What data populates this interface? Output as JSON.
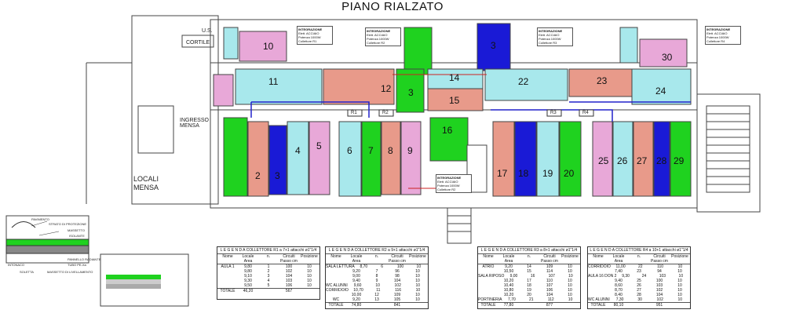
{
  "title": "PIANO RIALZATO",
  "labels": {
    "us": "U.S.",
    "cortile": "CORTILE",
    "ingresso_mensa": "INGRESSO\nMENSA",
    "locali_mensa": "LOCALI\nMENSA",
    "r1": "R1",
    "r2": "R2",
    "r3": "R3",
    "r4": "R4"
  },
  "rooms": [
    "10",
    "11",
    "12",
    "3",
    "14",
    "15",
    "16",
    "22",
    "23",
    "24",
    "30",
    "2",
    "3",
    "4",
    "5",
    "6",
    "7",
    "8",
    "9",
    "17",
    "18",
    "19",
    "20",
    "25",
    "26",
    "27",
    "28",
    "29"
  ],
  "integrazione_boxes": [
    {
      "title": "INTEGRAZIONE",
      "l1": "Elett. ACCIAIO",
      "l2": "Potenza 1000W",
      "l3": "Collettore R1"
    },
    {
      "title": "INTEGRAZIONE",
      "l1": "Elett. ACCIAIO",
      "l2": "Potenza 1000W",
      "l3": "Collettore R2"
    },
    {
      "title": "INTEGRAZIONE",
      "l1": "Elett. ACCIAIO",
      "l2": "Potenza 1000W",
      "l3": "Collettore R3"
    },
    {
      "title": "INTEGRAZIONE",
      "l1": "Elett. ACCIAIO",
      "l2": "Potenza 1000W",
      "l3": "Collettore R4"
    },
    {
      "title": "INTEGRAZIONE",
      "l1": "Elett. ACCIAIO",
      "l2": "Potenza 1000W",
      "l3": "Collettore R2"
    }
  ],
  "legend_tables": [
    {
      "title": "L E G E N D A  COLLETTORE R1 a 7+1 attacchi ø1\"1/4",
      "headers": [
        "Nome",
        "Locale Area",
        "n.",
        "Circuiti Passo cm",
        "Posizione"
      ],
      "rows": [
        [
          "AULA 1",
          "9,80",
          "1",
          "100",
          "10"
        ],
        [
          "",
          "9,80",
          "2",
          "102",
          "10"
        ],
        [
          "",
          "9,10",
          "3",
          "104",
          "10"
        ],
        [
          "",
          "9,30",
          "4",
          "103",
          "10"
        ],
        [
          "",
          "9,50",
          "5",
          "106",
          "10"
        ]
      ],
      "total": [
        "TOTALE",
        "46,20",
        "",
        "567",
        ""
      ]
    },
    {
      "title": "L E G E N D A  COLLETTORE R2 a 9+1 attacchi ø1\"1/4",
      "headers": [
        "Nome",
        "Locale Area",
        "n.",
        "Circuiti Passo cm",
        "Posizione"
      ],
      "rows": [
        [
          "SALA LETTURA",
          "8,70",
          "6",
          "100",
          "10"
        ],
        [
          "",
          "9,20",
          "7",
          "96",
          "10"
        ],
        [
          "",
          "9,00",
          "8",
          "98",
          "10"
        ],
        [
          "",
          "9,40",
          "9",
          "104",
          "10"
        ],
        [
          "WC ALUNNI",
          "9,60",
          "10",
          "102",
          "10"
        ],
        [
          "CORRIDOIO",
          "10,70",
          "11",
          "116",
          "10"
        ],
        [
          "",
          "10,00",
          "12",
          "109",
          "10"
        ],
        [
          "WC",
          "9,20",
          "13",
          "105",
          "10"
        ]
      ],
      "total": [
        "TOTALE",
        "74,80",
        "",
        "841",
        ""
      ]
    },
    {
      "title": "L E G E N D A  COLLETTORE R3 a 8+1 attacchi ø1\"1/4",
      "headers": [
        "Nome",
        "Locale Area",
        "n.",
        "Circuiti Passo cm",
        "Posizione"
      ],
      "rows": [
        [
          "ATRIO",
          "9,20",
          "14",
          "109",
          "10"
        ],
        [
          "",
          "10,50",
          "15",
          "114",
          "10"
        ],
        [
          "SALA RIPOSO",
          "9,00",
          "16",
          "107",
          "10"
        ],
        [
          "",
          "10,20",
          "17",
          "110",
          "10"
        ],
        [
          "",
          "10,40",
          "18",
          "107",
          "10"
        ],
        [
          "",
          "10,80",
          "19",
          "106",
          "10"
        ],
        [
          "",
          "10,20",
          "20",
          "104",
          "10"
        ],
        [
          "PORTINERIA",
          "7,70",
          "21",
          "112",
          "10"
        ]
      ],
      "total": [
        "TOTALE",
        "77,80",
        "",
        "877",
        ""
      ]
    },
    {
      "title": "L E G E N D A  COLLETTORE R4 a 10+1 attacchi ø1\"1/4",
      "headers": [
        "Nome",
        "Locale Area",
        "n.",
        "Circuiti Passo cm",
        "Posizione"
      ],
      "rows": [
        [
          "CORRIDOIO",
          "11,00",
          "22",
          "110",
          "10"
        ],
        [
          "",
          "7,40",
          "23",
          "94",
          "10"
        ],
        [
          "AULA 16 DON 2",
          "9,30",
          "24",
          "103",
          "10"
        ],
        [
          "",
          "9,40",
          "25",
          "100",
          "10"
        ],
        [
          "",
          "8,60",
          "26",
          "103",
          "10"
        ],
        [
          "",
          "8,70",
          "27",
          "102",
          "10"
        ],
        [
          "",
          "8,40",
          "28",
          "104",
          "10"
        ],
        [
          "WC ALUNNI",
          "7,30",
          "30",
          "102",
          "10"
        ]
      ],
      "total": [
        "TOTALE",
        "80,10",
        "",
        "951",
        ""
      ]
    }
  ],
  "section_labels": {
    "a": "PAVIMENTO",
    "b": "STRATO DI PROTEZIONE",
    "c": "MASSETTO",
    "d": "ISOLANTE",
    "e": "PANNELLO RADIANTE",
    "f": "TUBO PE-Xa",
    "g": "INTONACO",
    "h": "MASSETTO DI LIVELLAMENTO",
    "i": "SOLETTA"
  },
  "colors": {
    "green": "#1fd21f",
    "blue": "#1a1ad6",
    "pink": "#e8a8d8",
    "cyan": "#a8e8ec",
    "salmon": "#e89a8a"
  }
}
